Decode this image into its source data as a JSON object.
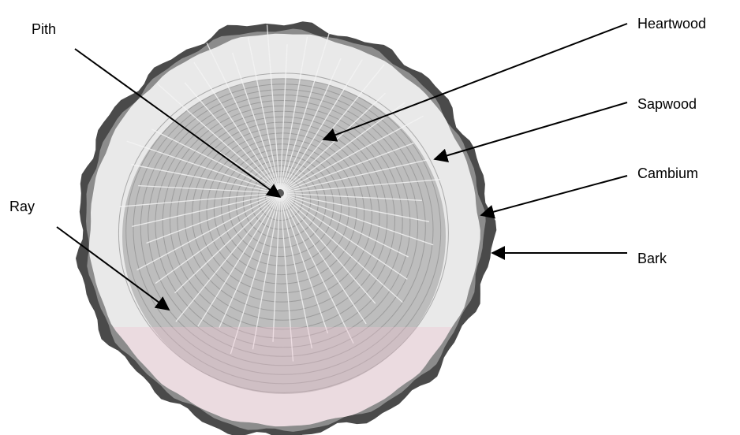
{
  "labels": {
    "pith": "Pith",
    "heartwood": "Heartwood",
    "sapwood": "Sapwood",
    "cambium": "Cambium",
    "bark": "Bark",
    "ray": "Ray"
  },
  "colors": {
    "bark": "#4a4a4a",
    "cambium": "#8c8c8c",
    "sapwood": "#e9e9e9",
    "heartwood": "#bdbdbd",
    "ring_line": "#8f8f8f",
    "ray_line": "#f4f4f4",
    "pith": "#5a5a5a",
    "pink_overlay": "#f2c4d0",
    "arrow": "#000000"
  }
}
